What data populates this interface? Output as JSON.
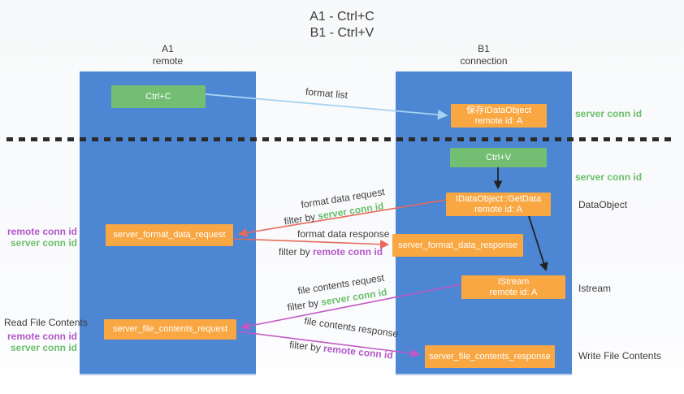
{
  "title": {
    "line1": "A1 - Ctrl+C",
    "line2": "B1 - Ctrl+V"
  },
  "columns": {
    "a1": {
      "name": "A1",
      "subtitle": "remote"
    },
    "b1": {
      "name": "B1",
      "subtitle": "connection"
    }
  },
  "nodes": {
    "ctrl_c": "Ctrl+C",
    "ctrl_v": "Ctrl+V",
    "save_dataobject": {
      "line1": "保存IDataObject",
      "line2": "remote id: A"
    },
    "getdata": {
      "line1": "IDataObject::GetData",
      "line2": "remote id: A"
    },
    "istream": {
      "line1": "IStream",
      "line2": "remote id: A"
    },
    "server_format_data_request": "server_format_data_request",
    "server_format_data_response": "server_format_data_response",
    "server_file_contents_request": "server_file_contents_request",
    "server_file_contents_response": "server_file_contents_response"
  },
  "flow_labels": {
    "format_list": "format list",
    "format_data_request": "format data request",
    "format_data_response": "format data response",
    "file_contents_request": "file contents request",
    "file_contents_response": "file contents response",
    "filter_by": "filter by ",
    "server_conn_id": "server conn id",
    "remote_conn_id": "remote conn id"
  },
  "side_labels": {
    "left_top": {
      "remote": "remote conn id",
      "server": "server conn id"
    },
    "left_bottom": {
      "title": "Read File Contents",
      "remote": "remote conn id",
      "server": "server conn id"
    },
    "right": {
      "conn1": "server conn id",
      "conn2": "server conn id",
      "dataobject": "DataObject",
      "istream": "Istream",
      "write": "Write File Contents"
    }
  },
  "colors": {
    "lifeline_blue": "#4d86d3",
    "node_orange": "#f8a742",
    "node_green": "#72bf74",
    "arrow_blue": "#a5d3f2",
    "arrow_red": "#e8695a",
    "arrow_magenta": "#c158c4",
    "arrow_black": "#222222",
    "text_green": "#6cbf6c",
    "text_purple": "#b156c8",
    "text_gray": "#3f3f3f"
  }
}
